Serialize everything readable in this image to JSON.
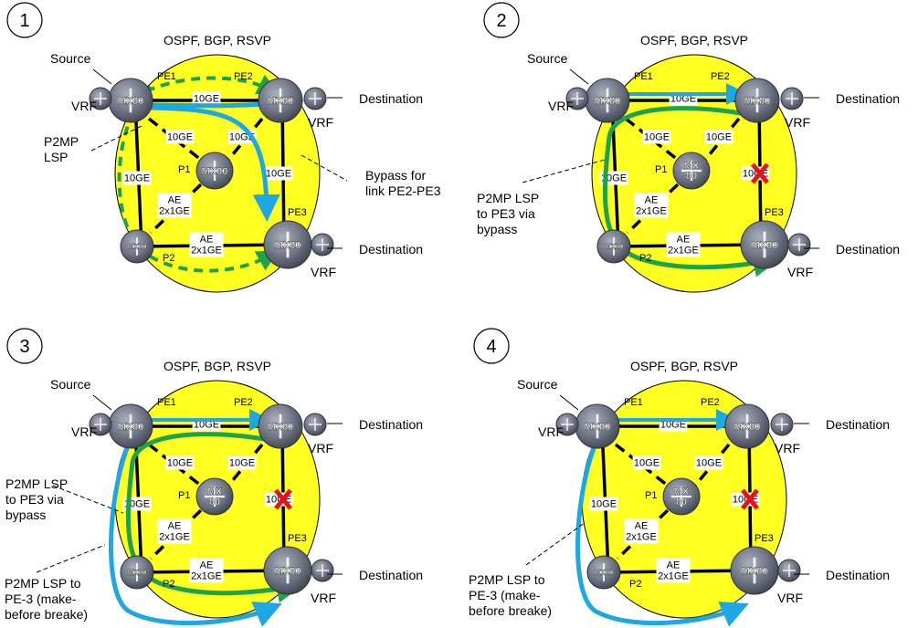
{
  "panels": [
    {
      "number": "1",
      "protocols": "OSPF, BGP, RSVP",
      "source": "Source",
      "vrf_left": "VRF",
      "vrf_pe2": "VRF",
      "vrf_pe3": "VRF",
      "pe1": "PE1",
      "pe2": "PE2",
      "pe3": "PE3",
      "p1": "P1",
      "p2": "P2",
      "pe1_model": "MX80",
      "pe2_model": "MX80",
      "pe3_model": "MX80",
      "p1_model": "MX80",
      "p2_model": "MX80",
      "link_pe1_pe2": "10GE",
      "link_pe1_p2": "10GE",
      "link_pe1_p1": "10GE",
      "link_pe2_p1": "10GE",
      "link_pe2_pe3": "10GE",
      "link_p1_p2": "AE\n2x1GE",
      "link_p2_pe3": "AE\n2x1GE",
      "destination_top": "Destination",
      "destination_bottom": "Destination",
      "annotation_1": "P2MP\nLSP",
      "annotation_2": "Bypass for\nlink PE2-PE3",
      "link_failed": false,
      "mbb": false
    },
    {
      "number": "2",
      "protocols": "OSPF, BGP, RSVP",
      "source": "Source",
      "vrf_left": "VRF",
      "vrf_pe2": "VRF",
      "vrf_pe3": "VRF",
      "pe1": "PE1",
      "pe2": "PE2",
      "pe3": "PE3",
      "p1": "P1",
      "p2": "P2",
      "pe1_model": "MX80",
      "pe2_model": "MX80",
      "pe3_model": "MX80",
      "p1_model": "MX\n80",
      "p2_model": "MX80",
      "link_pe1_pe2": "10GE",
      "link_pe1_p2": "10GE",
      "link_pe1_p1": "10GE",
      "link_pe2_p1": "10GE",
      "link_pe2_pe3": "10GE",
      "link_p1_p2": "AE\n2x1GE",
      "link_p2_pe3": "AE\n2x1GE",
      "destination_top": "Destination",
      "destination_bottom": "Destination",
      "annotation_1": "P2MP LSP\nto PE3 via\nbypass",
      "annotation_2": "",
      "link_failed": true,
      "mbb": false
    },
    {
      "number": "3",
      "protocols": "OSPF, BGP, RSVP",
      "source": "Source",
      "vrf_left": "VRF",
      "vrf_pe2": "VRF",
      "vrf_pe3": "VRF",
      "pe1": "PE1",
      "pe2": "PE2",
      "pe3": "PE3",
      "p1": "P1",
      "p2": "P2",
      "pe1_model": "MX80",
      "pe2_model": "MX80",
      "pe3_model": "MX80",
      "p1_model": "MX\n80",
      "p2_model": "MX80",
      "link_pe1_pe2": "10GE",
      "link_pe1_p2": "10GE",
      "link_pe1_p1": "10GE",
      "link_pe2_p1": "10GE",
      "link_pe2_pe3": "10GE",
      "link_p1_p2": "AE\n2x1GE",
      "link_p2_pe3": "AE\n2x1GE",
      "destination_top": "Destination",
      "destination_bottom": "Destination",
      "annotation_1": "P2MP LSP\nto PE3 via\nbypass",
      "annotation_2": "P2MP LSP to\nPE-3 (make-\nbefore breake)",
      "link_failed": true,
      "mbb": true
    },
    {
      "number": "4",
      "protocols": "OSPF, BGP, RSVP",
      "source": "Source",
      "vrf_left": "VRF",
      "vrf_pe2": "VRF",
      "vrf_pe3": "VRF",
      "pe1": "PE1",
      "pe2": "PE2",
      "pe3": "PE3",
      "p1": "P1",
      "p2": "P2",
      "pe1_model": "MX80",
      "pe2_model": "MX80",
      "pe3_model": "MX80",
      "p1_model": "MX\n80",
      "p2_model": "MX80",
      "link_pe1_pe2": "10GE",
      "link_pe1_p2": "10GE",
      "link_pe1_p1": "10GE",
      "link_pe2_p1": "10GE",
      "link_pe2_pe3": "10GE",
      "link_p1_p2": "AE\n2x1GE",
      "link_p2_pe3": "AE\n2x1GE",
      "destination_top": "Destination",
      "destination_bottom": "Destination",
      "annotation_1": "P2MP LSP to\nPE-3 (make-\nbefore breake)",
      "annotation_2": "",
      "link_failed": true,
      "mbb": true
    }
  ],
  "colors": {
    "cloud": "#ffff22",
    "router": "#6b7180",
    "link": "#000000",
    "lsp_primary": "#1ea7e1",
    "lsp_bypass": "#1fa34a",
    "failure": "#e3121b"
  }
}
